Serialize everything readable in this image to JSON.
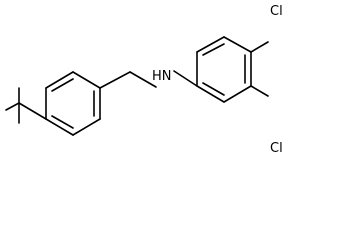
{
  "molecule": {
    "atom_labels": {
      "amine": "HN",
      "chloro_top": "Cl",
      "chloro_bottom": "Cl"
    },
    "colors": {
      "bond": "#000000",
      "text": "#000000",
      "background": "#ffffff"
    }
  }
}
